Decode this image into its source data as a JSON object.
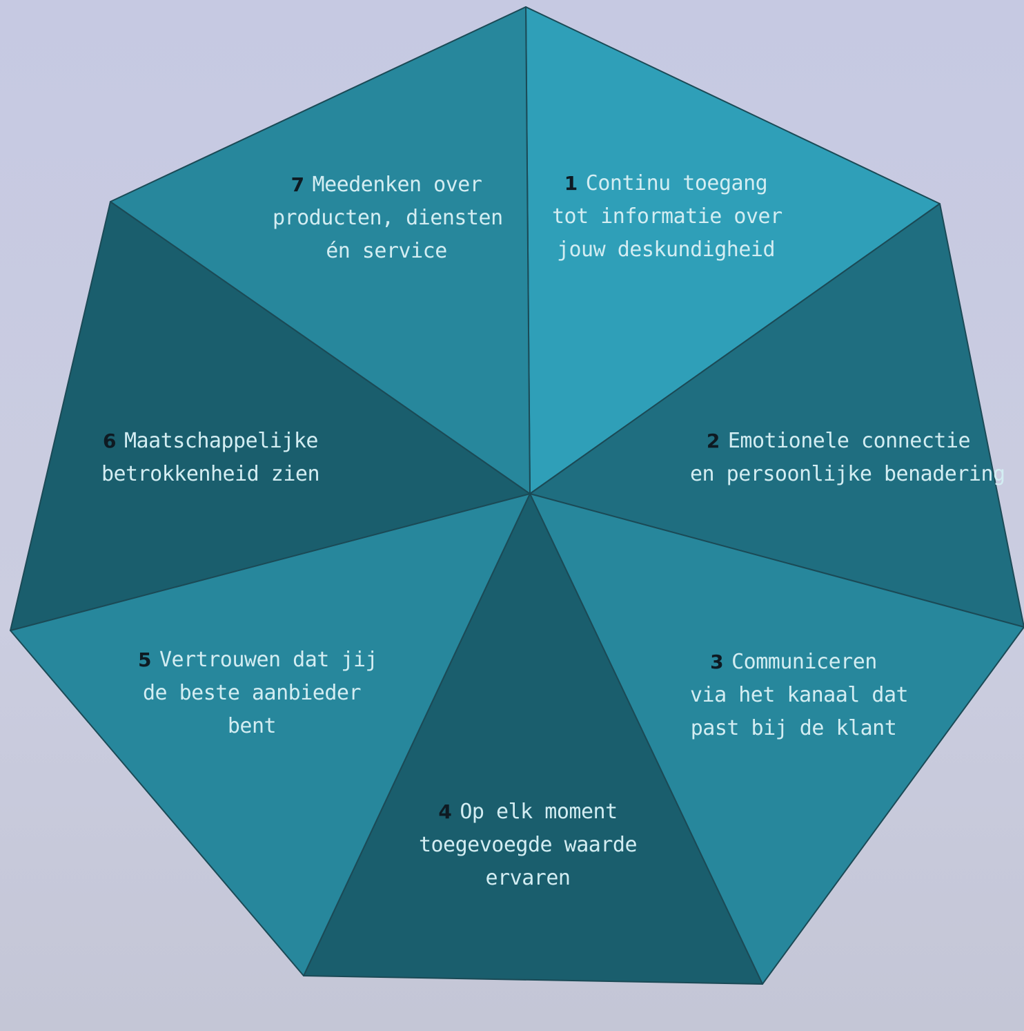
{
  "colors": {
    "page_background": "#c9cbe0",
    "segment_light": "#2f9fb8",
    "segment_medium": "#27879c",
    "segment_dark": "#1f6e80",
    "segment_darkest": "#1a5e6d",
    "outline": "#1b4a56",
    "label_text": "#d3edf2",
    "number_text": "#0e1a22"
  },
  "segments": [
    {
      "number": "1",
      "lines": [
        "Continu toegang",
        "tot informatie over",
        "jouw deskundigheid"
      ],
      "shade": "segment_light"
    },
    {
      "number": "2",
      "lines": [
        "Emotionele connectie",
        "en persoonlijke benadering"
      ],
      "shade": "segment_dark"
    },
    {
      "number": "3",
      "lines": [
        "Communiceren",
        "via het kanaal dat",
        "past bij de klant"
      ],
      "shade": "segment_medium"
    },
    {
      "number": "4",
      "lines": [
        "Op elk moment",
        "toegevoegde waarde",
        "ervaren"
      ],
      "shade": "segment_darkest"
    },
    {
      "number": "5",
      "lines": [
        "Vertrouwen dat jij",
        "de beste aanbieder",
        "bent"
      ],
      "shade": "segment_medium"
    },
    {
      "number": "6",
      "lines": [
        "Maatschappelijke",
        "betrokkenheid zien"
      ],
      "shade": "segment_darkest"
    },
    {
      "number": "7",
      "lines": [
        "Meedenken over",
        "producten, diensten",
        "én service"
      ],
      "shade": "segment_medium"
    }
  ]
}
